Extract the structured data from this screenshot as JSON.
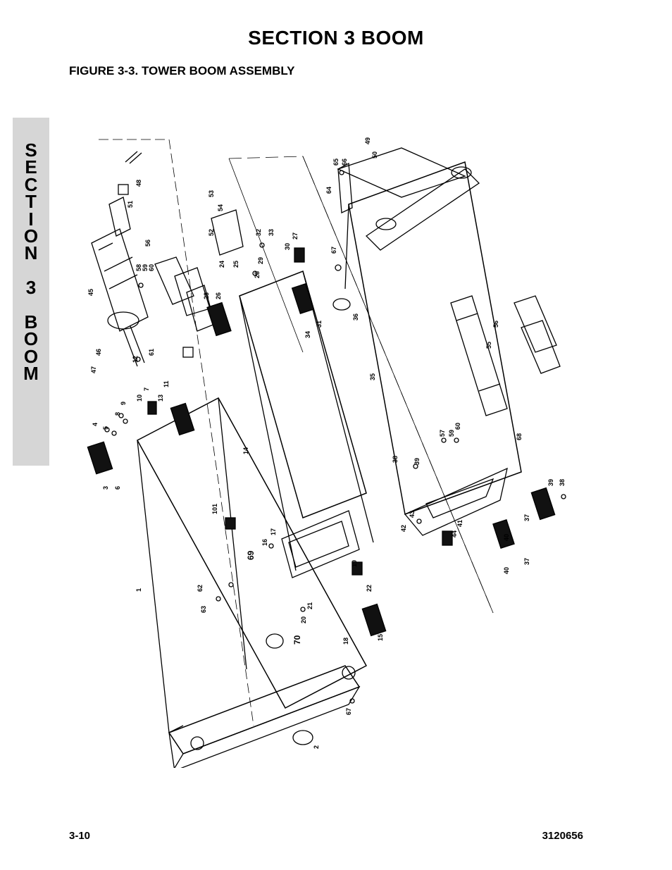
{
  "header": {
    "section_title": "SECTION 3   BOOM",
    "figure_title": "FIGURE 3-3.    TOWER BOOM ASSEMBLY"
  },
  "side_tab": {
    "letters": [
      "S",
      "E",
      "C",
      "T",
      "I",
      "O",
      "N",
      "",
      "3",
      "",
      "B",
      "O",
      "O",
      "M"
    ]
  },
  "diagram": {
    "callouts": [
      "48",
      "51",
      "56",
      "58",
      "59",
      "60",
      "45",
      "46",
      "47",
      "61",
      "12",
      "7",
      "11",
      "13",
      "10",
      "9",
      "8",
      "4",
      "5",
      "3",
      "6",
      "101",
      "14",
      "16",
      "17",
      "69",
      "62",
      "63",
      "1",
      "70",
      "67",
      "2",
      "53",
      "54",
      "52",
      "24",
      "25",
      "28",
      "29",
      "32",
      "33",
      "30",
      "27",
      "23",
      "26",
      "34",
      "31",
      "20",
      "21",
      "19",
      "22",
      "18",
      "15",
      "65",
      "66",
      "49",
      "50",
      "64",
      "67",
      "36",
      "35",
      "56",
      "55",
      "57",
      "59",
      "60",
      "68",
      "38",
      "39",
      "42",
      "43",
      "44",
      "41",
      "40",
      "37",
      "39",
      "38",
      "37",
      "40"
    ]
  },
  "footer": {
    "page_number": "3-10",
    "doc_number": "3120656"
  }
}
